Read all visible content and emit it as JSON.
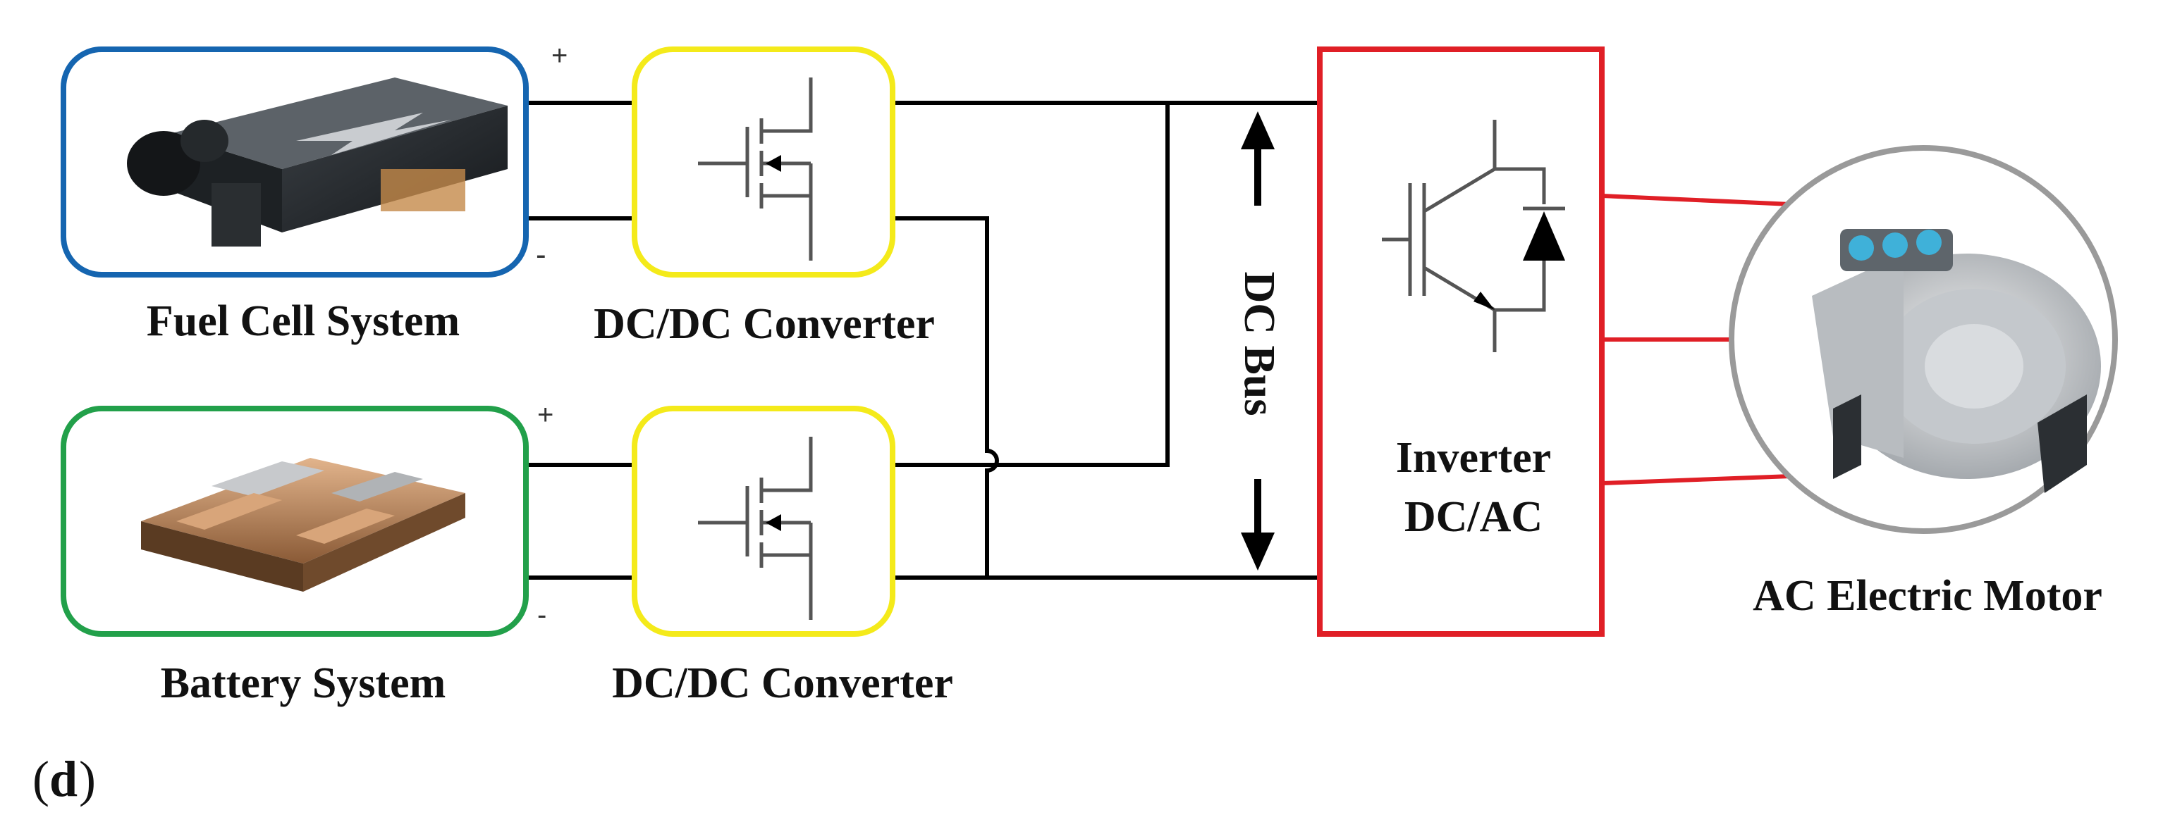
{
  "labels": {
    "fuel_cell": "Fuel Cell System",
    "battery": "Battery System",
    "converter_top": "DC/DC Converter",
    "converter_bottom": "DC/DC Converter",
    "dc_bus": "DC Bus",
    "inverter_line1": "Inverter",
    "inverter_line2": "DC/AC",
    "motor": "AC Electric Motor",
    "panel_letter": "d",
    "panel_open": "(",
    "panel_close": ")"
  },
  "polarity": {
    "fc_plus": "+",
    "fc_minus": "-",
    "bat_plus": "+",
    "bat_minus": "-"
  },
  "colors": {
    "fuel_cell_border": "#1565b0",
    "battery_border": "#22a04a",
    "converter_border": "#f4ea1a",
    "inverter_border": "#e01f26",
    "motor_border": "#9a9a9a",
    "phase_wires": "#e01f26",
    "bus_wires": "#000000"
  },
  "icons": {
    "fuel_cell_image": "fuel-cell-module",
    "battery_image": "battery-pack",
    "converter_symbol": "mosfet",
    "inverter_symbol": "igbt-with-diode",
    "motor_image": "ac-motor",
    "bus_arrows": "double-arrow"
  }
}
